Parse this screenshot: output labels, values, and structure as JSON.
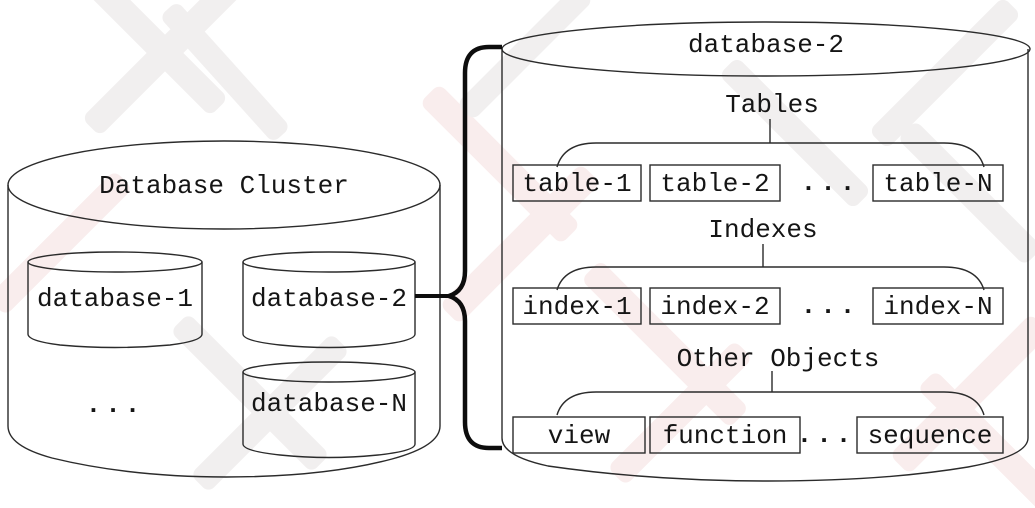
{
  "diagram": {
    "cluster": {
      "title": "Database Cluster",
      "databases": [
        "database-1",
        "database-2",
        "database-N"
      ],
      "ellipsis": "..."
    },
    "detail": {
      "title": "database-2",
      "sections": [
        {
          "label": "Tables",
          "items": [
            "table-1",
            "table-2",
            "table-N"
          ],
          "ellipsis": "..."
        },
        {
          "label": "Indexes",
          "items": [
            "index-1",
            "index-2",
            "index-N"
          ],
          "ellipsis": "..."
        },
        {
          "label": "Other Objects",
          "items": [
            "view",
            "function",
            "sequence"
          ],
          "ellipsis": "..."
        }
      ]
    }
  },
  "colors": {
    "line": "#2b2b2b",
    "brace": "#0d0d0d",
    "text": "#151515",
    "watermark_gray": "#f1efef",
    "watermark_pink": "#f9eded"
  }
}
